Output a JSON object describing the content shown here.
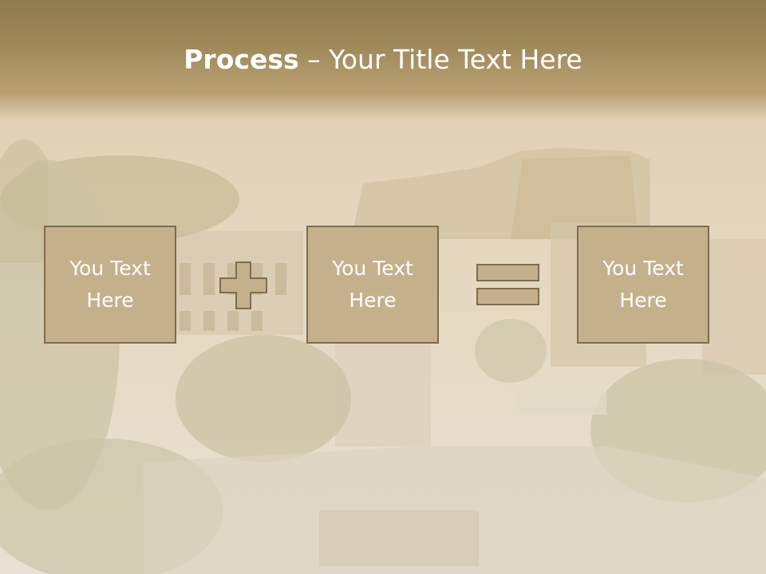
{
  "slide": {
    "title_bold": "Process",
    "title_sep": " – ",
    "title_rest": "Your Title Text Here"
  },
  "boxes": [
    {
      "line1": "You Text",
      "line2": "Here"
    },
    {
      "line1": "You Text",
      "line2": "Here"
    },
    {
      "line1": "You Text",
      "line2": "Here"
    }
  ],
  "operators": [
    "plus-icon",
    "equals-icon"
  ],
  "colors": {
    "band": "#a08a5c",
    "box_fill": "#c4b08b",
    "box_border": "#7d6c4d",
    "text": "#ffffff"
  }
}
